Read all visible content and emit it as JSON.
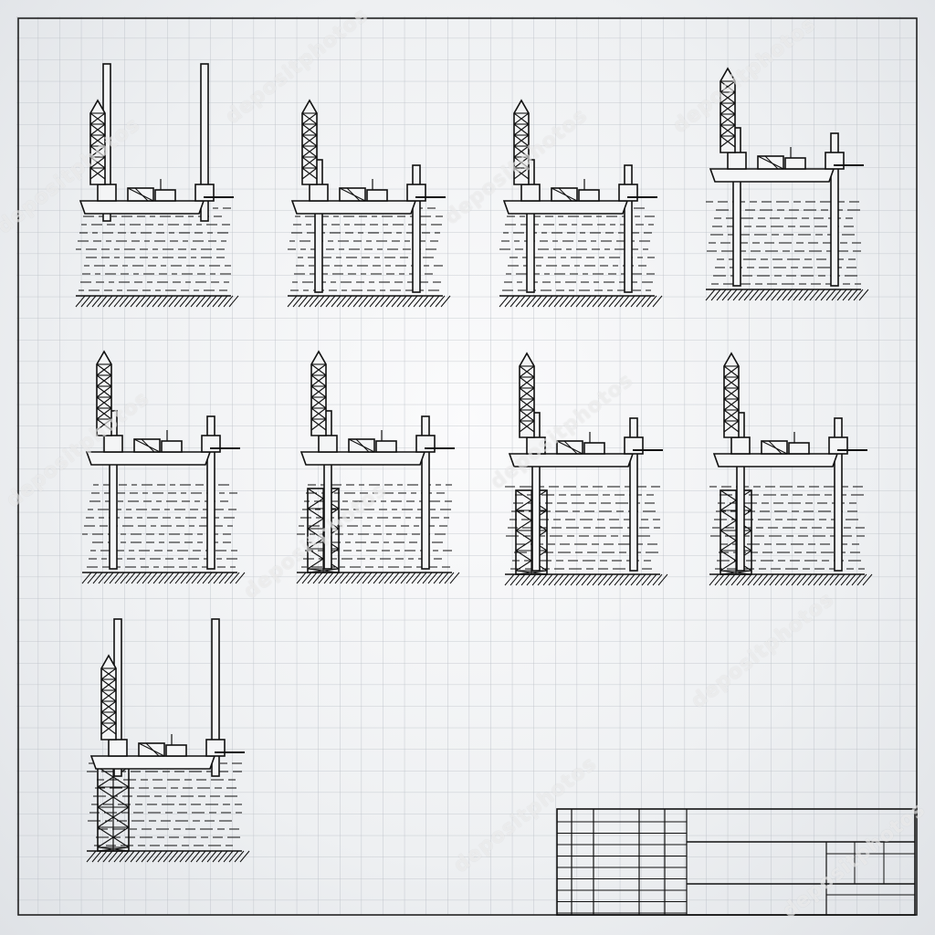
{
  "watermark": {
    "text": "depositphotos"
  },
  "colors": {
    "paper": "#eef0f2",
    "grid": "#b9bec5",
    "ink": "#111111",
    "watermark": "#ffffff"
  },
  "sheet": {
    "panels": [
      {
        "stage": 1,
        "hull": "floating",
        "legs": "raised",
        "support_structure": false
      },
      {
        "stage": 2,
        "hull": "floating",
        "legs": "lowered",
        "support_structure": false
      },
      {
        "stage": 3,
        "hull": "floating",
        "legs": "lowered",
        "support_structure": false
      },
      {
        "stage": 4,
        "hull": "jacked-up",
        "legs": "lowered",
        "support_structure": false
      },
      {
        "stage": 5,
        "hull": "jacked-up",
        "legs": "lowered",
        "support_structure": false
      },
      {
        "stage": 6,
        "hull": "jacked-up",
        "legs": "lowered",
        "support_structure": true
      },
      {
        "stage": 7,
        "hull": "jacked-up",
        "legs": "lowered",
        "support_structure": true
      },
      {
        "stage": 8,
        "hull": "jacked-up",
        "legs": "lowered",
        "support_structure": true
      },
      {
        "stage": 9,
        "hull": "floating",
        "legs": "raised",
        "support_structure": true
      }
    ],
    "title_block": {
      "present": true
    }
  }
}
